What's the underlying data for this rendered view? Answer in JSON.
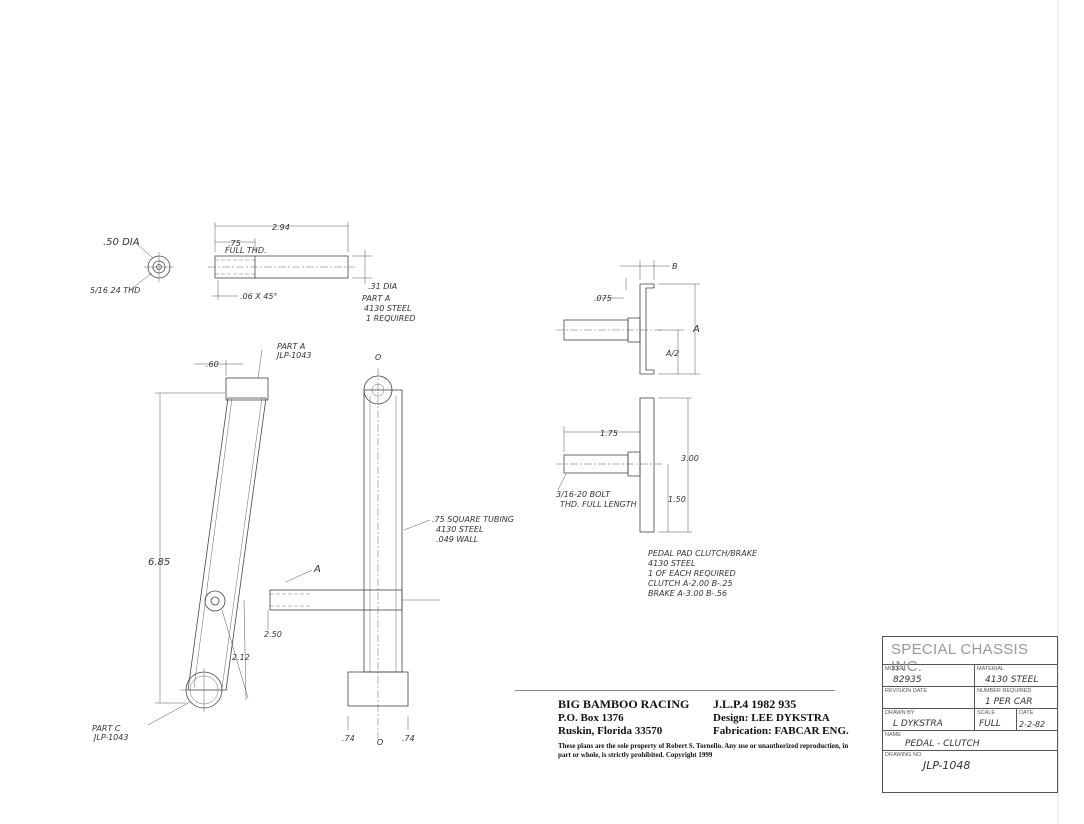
{
  "part_a": {
    "dia_label": ".50 DIA",
    "thread_label": "5/16 24 THD",
    "length_label": "2.94",
    "thread_len_label": ".75",
    "thread_full": "FULL THD.",
    "shank_dia": ".31 DIA",
    "chamfer": ".06 X 45°",
    "note": [
      "PART A",
      "4130 STEEL",
      "1 REQUIRED"
    ]
  },
  "arm": {
    "part_a_ref": [
      "PART A",
      "JLP-1043"
    ],
    "offset": ".60",
    "height": "6.85",
    "mid_dim": "2.12",
    "shaft_dim": "2.50",
    "a_tag": "A",
    "part_c_ref": [
      "PART C",
      "JLP-1043"
    ]
  },
  "side": {
    "top_tag": "O",
    "tube_note": [
      ".75 SQUARE TUBING",
      "4130 STEEL",
      ".049 WALL"
    ],
    "left_foot": ".74",
    "right_foot": ".74",
    "center_tag": "O"
  },
  "pad": {
    "b_label": "B",
    "thk": ".075",
    "a_label": "A",
    "half": "A/2",
    "bolt_len": "1.75",
    "height": "3.00",
    "lower": "1.50",
    "bolt_note": [
      "3/16-20 BOLT",
      "THD. FULL LENGTH"
    ],
    "spec": [
      "PEDAL PAD  CLUTCH/BRAKE",
      "4130 STEEL",
      "1 OF EACH REQUIRED",
      "CLUTCH  A-2.00  B-.25",
      "BRAKE  A-3.00  B-.56"
    ]
  },
  "shop": {
    "name": "BIG BAMBOO RACING",
    "box": "P.O. Box 1376",
    "city": "Ruskin, Florida  33570",
    "ref": "J.L.P.4  1982  935",
    "design": "Design: LEE DYKSTRA",
    "fab": "Fabrication: FABCAR  ENG.",
    "notice": "These plans are the sole property of Robert S. Tornello.  Any use or unauthorized reproduction, in part or whole,  is strictly prohibited.  Copyright 1999"
  },
  "title_block": {
    "company": "SPECIAL CHASSIS INC.",
    "model_label": "MODEL",
    "model": "82935",
    "material_label": "MATERIAL",
    "material": "4130 STEEL",
    "revision_label": "REVISION DATE",
    "revision": "",
    "number_label": "NUMBER REQUIRED",
    "number": "1 PER CAR",
    "drawn_label": "DRAWN BY",
    "drawn": "L DYKSTRA",
    "scale_label": "SCALE",
    "scale": "FULL",
    "date_label": "DATE",
    "date": "2-2-82",
    "name_label": "NAME",
    "name": "PEDAL - CLUTCH",
    "dwg_label": "DRAWING NO.",
    "dwg": "JLP-1048"
  }
}
